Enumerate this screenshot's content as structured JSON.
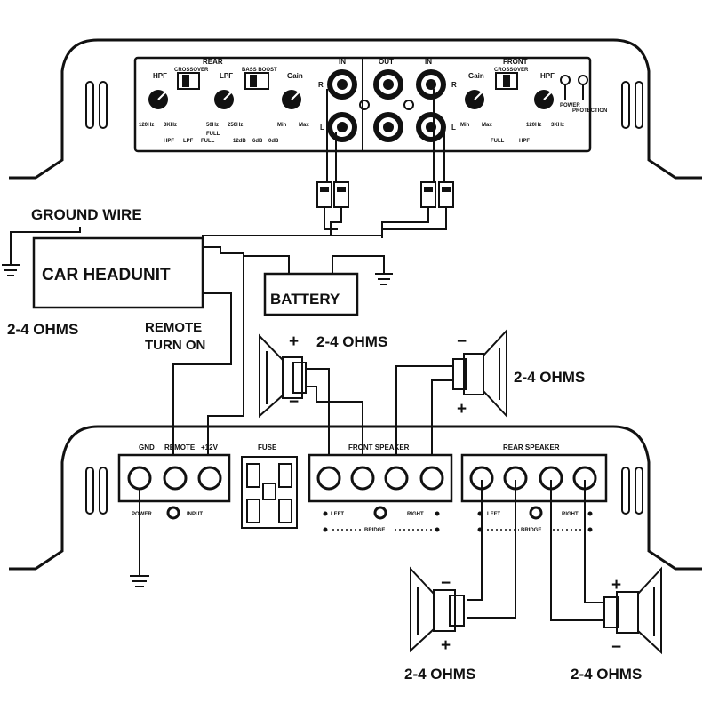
{
  "labels": {
    "ground_wire": "GROUND WIRE",
    "car_headunit": "CAR HEADUNIT",
    "battery": "BATTERY",
    "remote_turn_on_1": "REMOTE",
    "remote_turn_on_2": "TURN ON",
    "ohms_left": "2-4 OHMS",
    "ohms_front_left": "2-4 OHMS",
    "ohms_front_right": "2-4 OHMS",
    "ohms_rear_left": "2-4 OHMS",
    "ohms_rear_right": "2-4 OHMS",
    "plus": "+",
    "minus": "−"
  },
  "top_amp": {
    "rear": "REAR",
    "front": "FRONT",
    "crossover_left": "CROSSOVER",
    "crossover_right": "CROSSOVER",
    "bass_boost": "BASS BOOST",
    "hpf_left": "HPF",
    "hpf_right": "HPF",
    "lpf": "LPF",
    "gain_left": "Gain",
    "gain_right": "Gain",
    "f120_left": "120Hz",
    "f3k_left": "3KHz",
    "f50": "50Hz",
    "f250": "250Hz",
    "min_left": "Min",
    "max_left": "Max",
    "min_right": "Min",
    "max_right": "Max",
    "f120_right": "120Hz",
    "f3k_right": "3KHz",
    "hpf_sw": "HPF",
    "lpf_sw": "LPF",
    "full_sw": "FULL",
    "full_sw2": "FULL",
    "db12": "12dB",
    "db6": "6dB",
    "db0": "0dB",
    "full_right": "FULL",
    "hpf_bottom_right": "HPF",
    "in_left": "IN",
    "out": "OUT",
    "in_right": "IN",
    "r_left": "R",
    "l_left": "L",
    "r_right": "R",
    "l_right": "L",
    "power": "POWER",
    "protection": "PROTECTION"
  },
  "bottom_amp": {
    "gnd": "GND",
    "remote": "REMOTE",
    "v12": "+12V",
    "fuse": "FUSE",
    "front_speaker": "FRONT SPEAKER",
    "rear_speaker": "REAR SPEAKER",
    "power": "POWER",
    "input": "INPUT",
    "left_front": "LEFT",
    "right_front": "RIGHT",
    "bridge_front": "BRIDGE",
    "left_rear": "LEFT",
    "right_rear": "RIGHT",
    "bridge_rear": "BRIDGE"
  }
}
